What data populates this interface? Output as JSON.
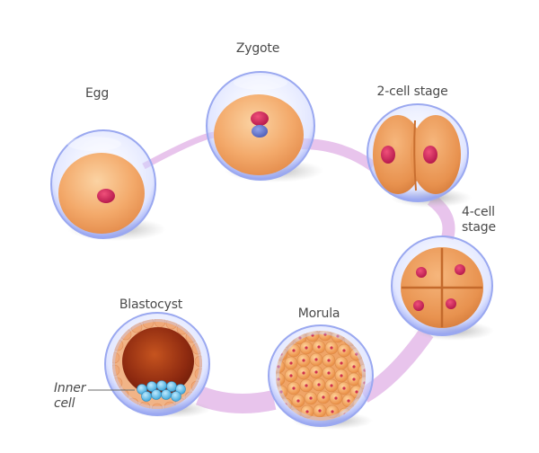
{
  "diagram": {
    "type": "embryonic development cycle",
    "path_color": "#e8c4ec",
    "stages": [
      {
        "id": "egg",
        "label": "Egg",
        "order": 1
      },
      {
        "id": "zygote",
        "label": "Zygote",
        "order": 2
      },
      {
        "id": "two-cell",
        "label": "2-cell stage",
        "order": 3
      },
      {
        "id": "four-cell",
        "label_line1": "4-cell",
        "label_line2": "stage",
        "order": 4
      },
      {
        "id": "morula",
        "label": "Morula",
        "order": 5
      },
      {
        "id": "blastocyst",
        "label": "Blastocyst",
        "order": 6
      }
    ],
    "annotations": {
      "inner_cell_line1": "Inner",
      "inner_cell_line2": "cell"
    },
    "colors": {
      "cytoplasm": "#f2a562",
      "nucleus": "#d2235a",
      "male_pronucleus": "#6b7fd1",
      "zona_pellucida": "#a9b8f5",
      "blastocoel": "#9a2f12",
      "inner_cell_mass": "#4fb8e6",
      "label_text": "#4a4a4a"
    }
  }
}
